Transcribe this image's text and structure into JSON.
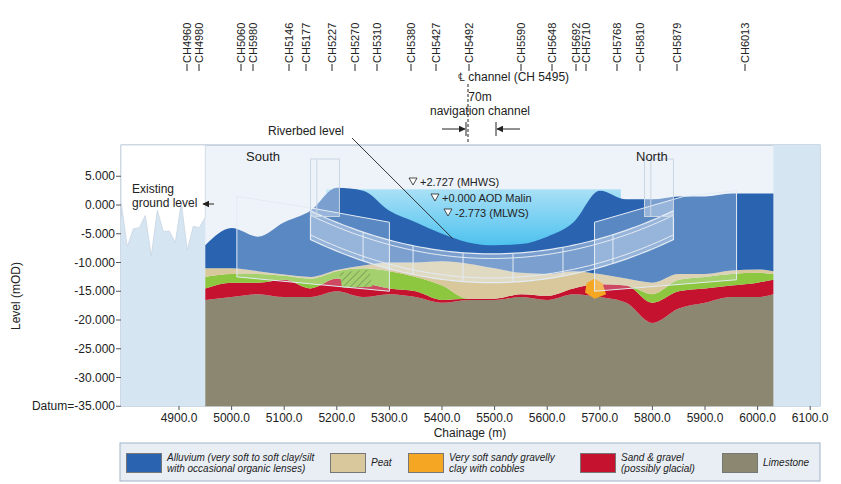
{
  "diagram": {
    "labels": [
      "CH4960",
      "CH4980",
      "CH5060",
      "CH5980",
      "CH5146",
      "CH5177",
      "CH5227",
      "CH5270",
      "CH5310",
      "CH5380",
      "CH5427",
      "CH5492",
      "CH5590",
      "CH5648",
      "CH5692",
      "CH5710",
      "CH5768",
      "CH5810",
      "CH5879",
      "CH6013",
      "℄ channel (CH 5495)",
      "70m",
      "navigation channel",
      "Riverbed level",
      "South",
      "North",
      "+2.727 (MHWS)",
      "+0.000 AOD Malin",
      "-2.773 (MLWS)",
      "Existing ground level",
      "5.000",
      "0.000",
      "-5.000",
      "-10.000",
      "-15.000",
      "-20.000",
      "-25.000",
      "-30.000",
      "Datum=-35.000",
      "Level (mOD)",
      "4900.0",
      "5000.0",
      "5100.0",
      "5200.0",
      "5300.0",
      "5400.0",
      "5500.0",
      "5600.0",
      "5700.0",
      "5800.0",
      "5900.0",
      "6000.0",
      "6100.0",
      "Chainage (m)"
    ],
    "legend": [
      {
        "text": "Alluvium (very soft to soft clay/silt with occasional organic lenses)",
        "color": "#2a64b0"
      },
      {
        "text": "Peat",
        "color": "#d9c89c"
      },
      {
        "text": "Very soft sandy gravelly clay with cobbles",
        "color": "#f5a623"
      },
      {
        "text": "Sand & gravel (possibly glacial)",
        "color": "#c4122f"
      },
      {
        "text": "Limestone",
        "color": "#8c8770"
      }
    ]
  }
}
